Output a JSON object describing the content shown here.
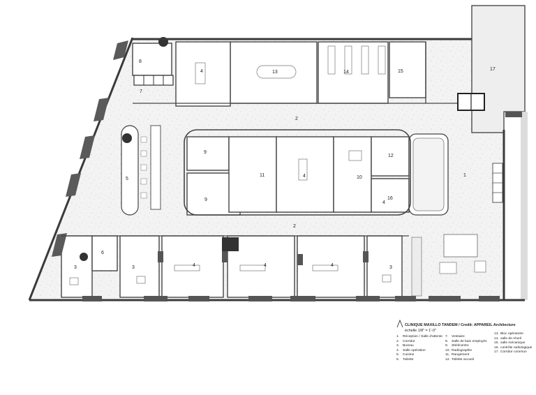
{
  "plan": {
    "room_numbers": [
      "1",
      "2",
      "2",
      "3",
      "3",
      "3",
      "4",
      "4",
      "4",
      "4",
      "4",
      "4",
      "5",
      "6",
      "7",
      "8",
      "9",
      "9",
      "10",
      "11",
      "12",
      "13",
      "14",
      "15",
      "16",
      "17"
    ]
  },
  "legend": {
    "title": "CLINIQUE MAXILLO TANDEM / Credit: APPAREIL Architecture",
    "scale": "échelle 1/8\" = 1'-0\"",
    "items": [
      {
        "num": "1.",
        "label": "Réception / Salle d'attente"
      },
      {
        "num": "2.",
        "label": "Corridor"
      },
      {
        "num": "3.",
        "label": "Bureau"
      },
      {
        "num": "4.",
        "label": "Salle opération"
      },
      {
        "num": "5.",
        "label": "Cuisine"
      },
      {
        "num": "6.",
        "label": "Toilette"
      },
      {
        "num": "7.",
        "label": "Vestiaire"
      },
      {
        "num": "8.",
        "label": "Salle de bain employés"
      },
      {
        "num": "9.",
        "label": "Stérilcentre"
      },
      {
        "num": "10.",
        "label": "Radiographie"
      },
      {
        "num": "11.",
        "label": "Rangement"
      },
      {
        "num": "12.",
        "label": "Toilette accueil"
      },
      {
        "num": "13.",
        "label": "Bloc opératoire"
      },
      {
        "num": "14.",
        "label": "salle de réveil"
      },
      {
        "num": "15.",
        "label": "salle mécanique"
      },
      {
        "num": "16.",
        "label": "contrôle radiologique"
      },
      {
        "num": "17.",
        "label": "Corridor commun"
      }
    ]
  }
}
